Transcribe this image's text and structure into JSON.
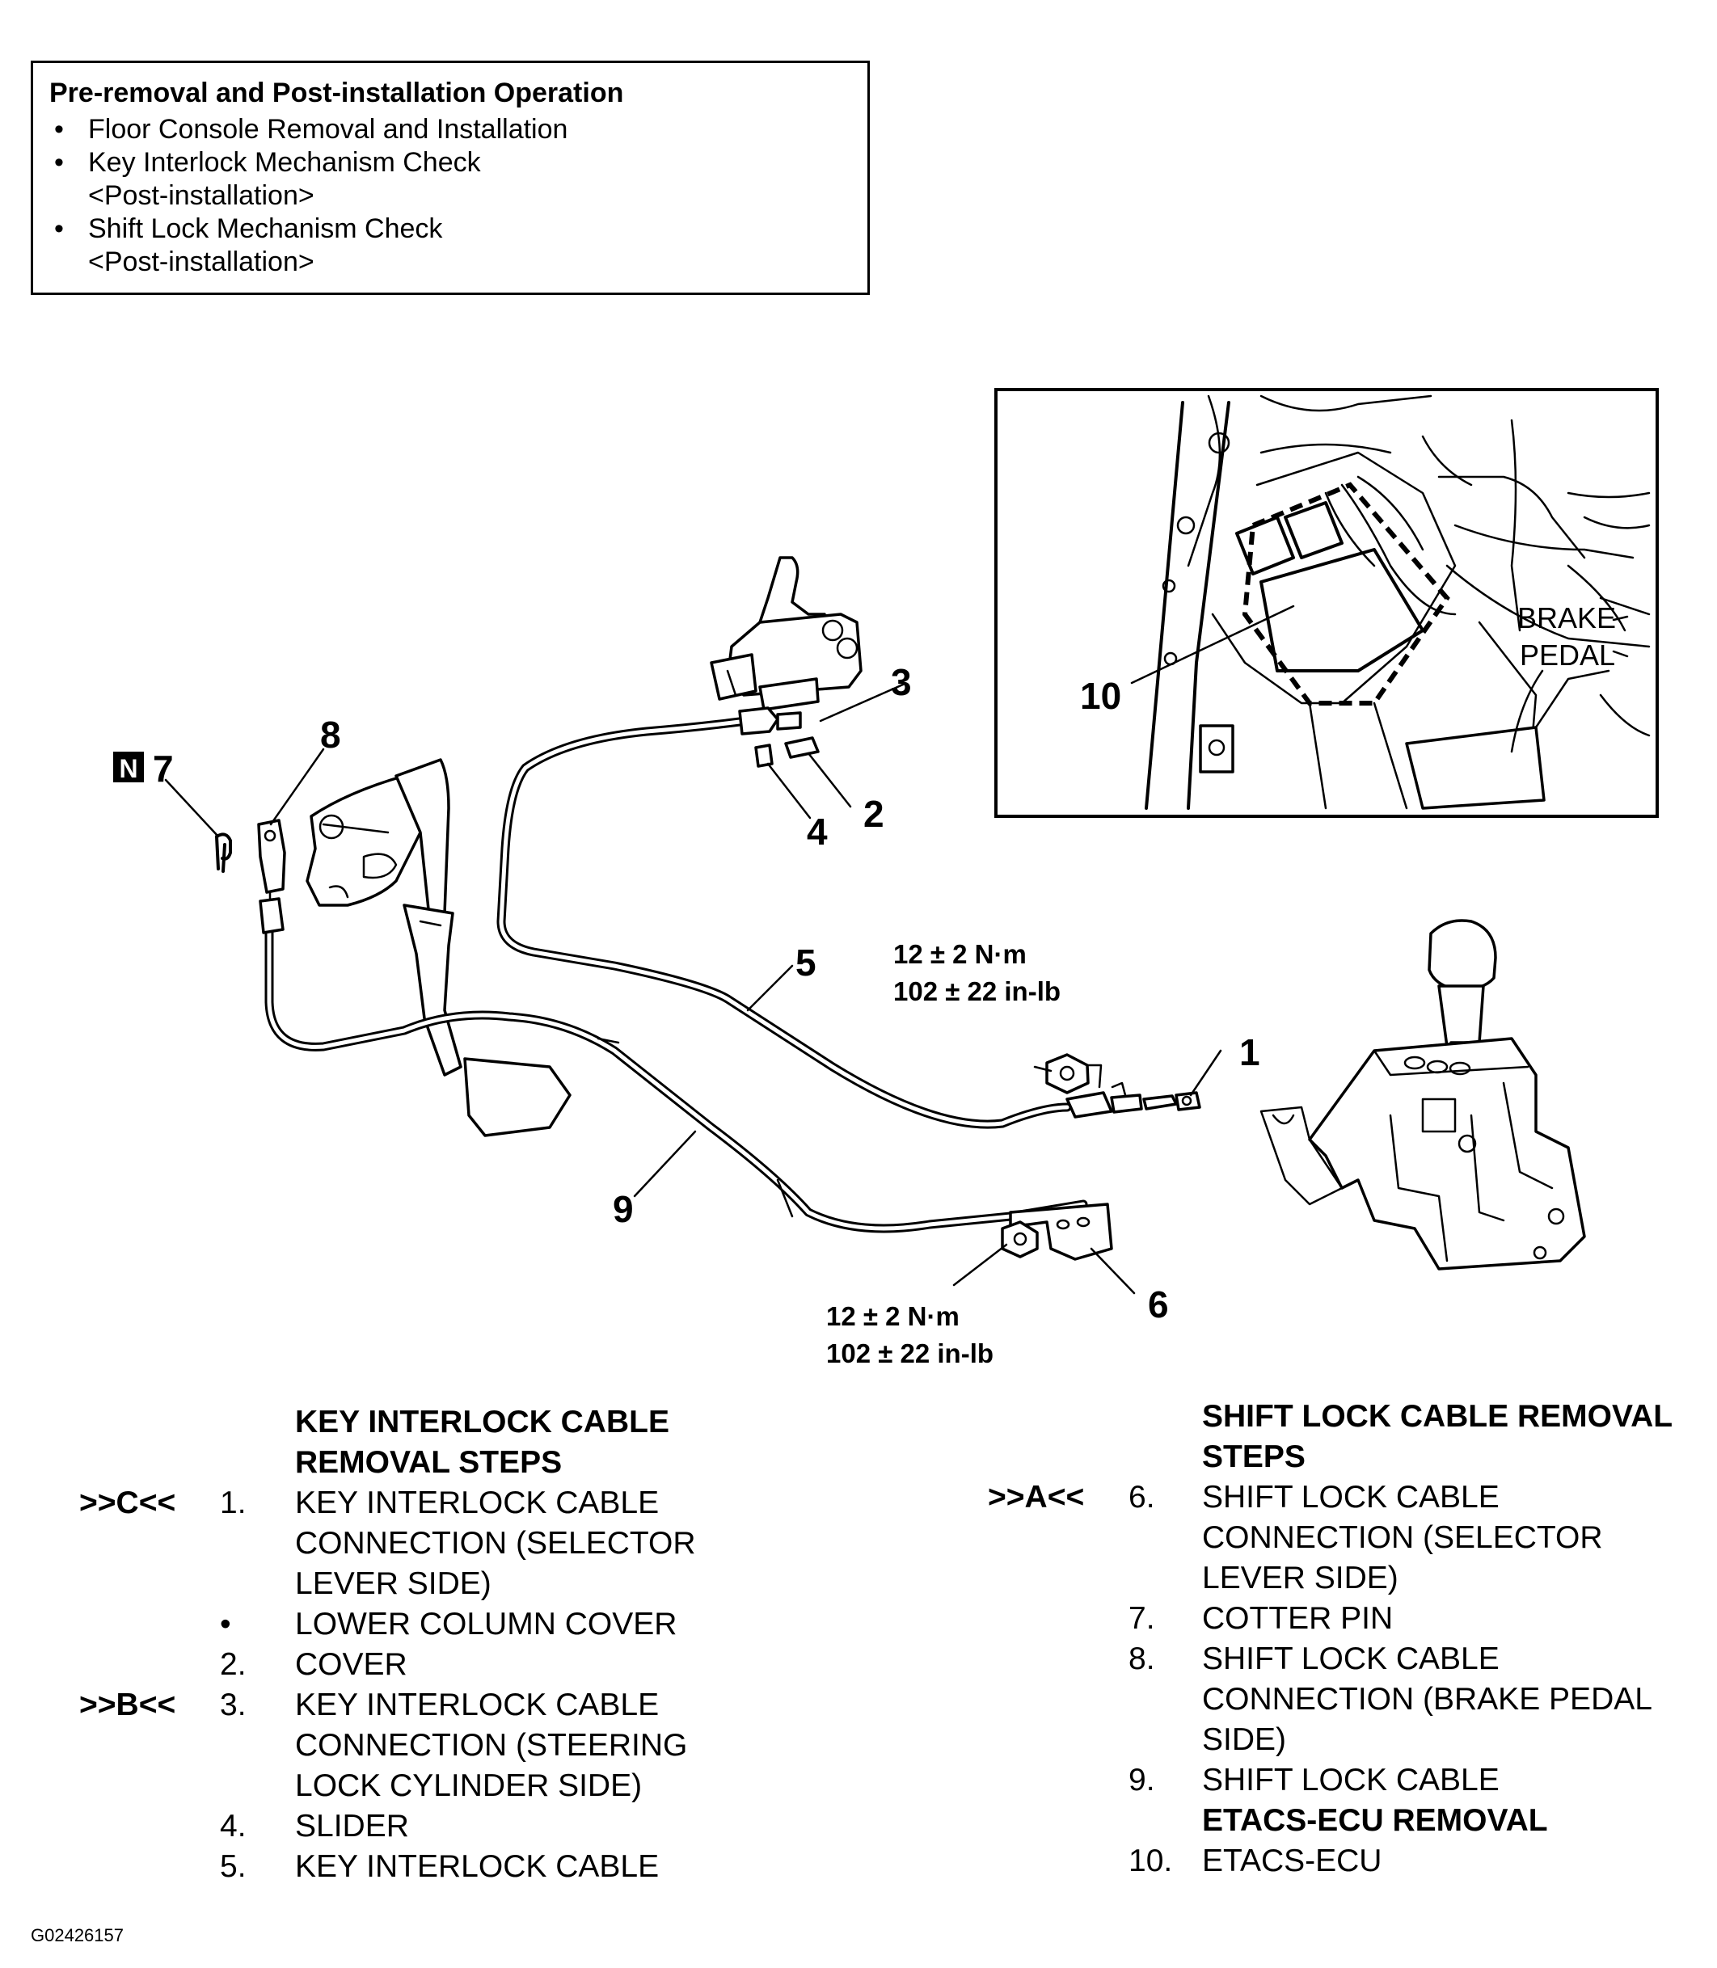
{
  "operation_box": {
    "title": "Pre-removal and Post-installation Operation",
    "items": [
      {
        "text": "Floor Console Removal and Installation",
        "sub": ""
      },
      {
        "text": "Key Interlock Mechanism Check",
        "sub": "<Post-installation>"
      },
      {
        "text": "Shift Lock Mechanism Check",
        "sub": "<Post-installation>"
      }
    ]
  },
  "diagram": {
    "callouts": {
      "c1": "1",
      "c2": "2",
      "c3": "3",
      "c4": "4",
      "c5": "5",
      "c6": "6",
      "c7": "7",
      "c8": "8",
      "c9": "9",
      "c10": "10"
    },
    "n_mark": "N",
    "torque_upper": {
      "line1": "12 ± 2 N·m",
      "line2": "102 ± 22 in-lb"
    },
    "torque_lower": {
      "line1": "12 ± 2 N·m",
      "line2": "102 ± 22 in-lb"
    },
    "inset": {
      "brake_line1": "BRAKE",
      "brake_line2": "PEDAL"
    }
  },
  "key_interlock": {
    "heading1": "KEY INTERLOCK CABLE",
    "heading2": "REMOVAL STEPS",
    "steps": [
      {
        "code": ">>C<<",
        "num": "1.",
        "lines": [
          "KEY INTERLOCK CABLE",
          "CONNECTION (SELECTOR",
          "LEVER SIDE)"
        ]
      },
      {
        "code": "",
        "num": "•",
        "lines": [
          "LOWER COLUMN COVER"
        ]
      },
      {
        "code": "",
        "num": "2.",
        "lines": [
          "COVER"
        ]
      },
      {
        "code": ">>B<<",
        "num": "3.",
        "lines": [
          "KEY INTERLOCK CABLE",
          "CONNECTION (STEERING",
          "LOCK CYLINDER SIDE)"
        ]
      },
      {
        "code": "",
        "num": "4.",
        "lines": [
          "SLIDER"
        ]
      },
      {
        "code": "",
        "num": "5.",
        "lines": [
          "KEY INTERLOCK CABLE"
        ]
      }
    ]
  },
  "shift_lock": {
    "heading1": "SHIFT LOCK CABLE REMOVAL",
    "heading2": "STEPS",
    "steps": [
      {
        "code": ">>A<<",
        "num": "6.",
        "lines": [
          "SHIFT LOCK CABLE",
          "CONNECTION (SELECTOR",
          "LEVER SIDE)"
        ]
      },
      {
        "code": "",
        "num": "7.",
        "lines": [
          "COTTER PIN"
        ]
      },
      {
        "code": "",
        "num": "8.",
        "lines": [
          "SHIFT LOCK CABLE",
          "CONNECTION (BRAKE PEDAL",
          "SIDE)"
        ]
      },
      {
        "code": "",
        "num": "9.",
        "lines": [
          "SHIFT LOCK CABLE"
        ]
      }
    ],
    "ecu_heading": "ETACS-ECU REMOVAL",
    "ecu_steps": [
      {
        "code": "",
        "num": "10.",
        "lines": [
          "ETACS-ECU"
        ]
      }
    ]
  },
  "figure_id": "G02426157"
}
